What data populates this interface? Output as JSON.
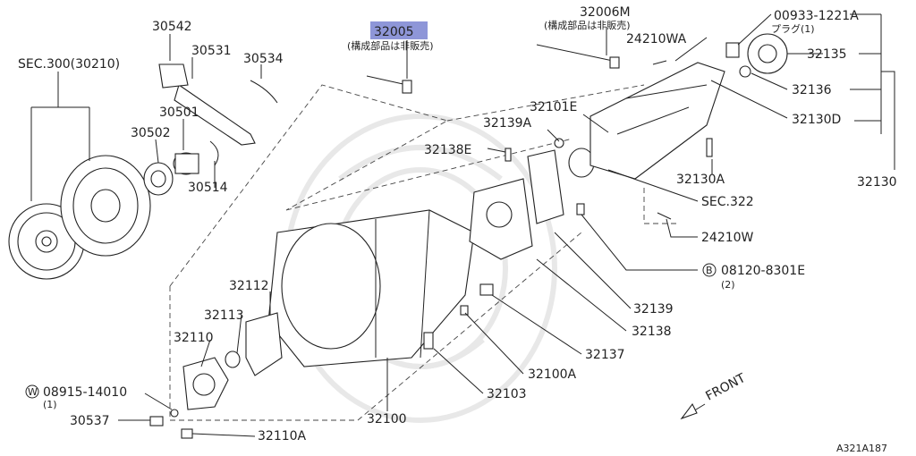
{
  "diagram_id": "A321A187",
  "highlighted_part": "32005",
  "front_label": "FRONT",
  "labels": {
    "sec300": "SEC.300(30210)",
    "p30542": "30542",
    "p30531": "30531",
    "p30534": "30534",
    "p30501": "30501",
    "p30502": "30502",
    "p30514": "30514",
    "p32005": "32005",
    "note32005": "(構成部品は非販売)",
    "p32006M": "32006M",
    "note32006M": "(構成部品は非販売)",
    "p24210WA": "24210WA",
    "p00933": "00933-1221A",
    "plug": "プラグ(1)",
    "p32135": "32135",
    "p32136": "32136",
    "p32130D": "32130D",
    "p32130": "32130",
    "p32101E": "32101E",
    "p32139A": "32139A",
    "p32138E": "32138E",
    "p32130A": "32130A",
    "sec322": "SEC.322",
    "p24210W": "24210W",
    "b08120": "08120-8301E",
    "b08120qty": "(2)",
    "p32112": "32112",
    "p32113": "32113",
    "p32110": "32110",
    "p32139": "32139",
    "p32138": "32138",
    "p32137": "32137",
    "p32100A": "32100A",
    "p32103": "32103",
    "p32100": "32100",
    "w08915": "08915-14010",
    "w08915qty": "(1)",
    "p30537": "30537",
    "p32110A": "32110A",
    "circB": "B",
    "circW": "W"
  }
}
